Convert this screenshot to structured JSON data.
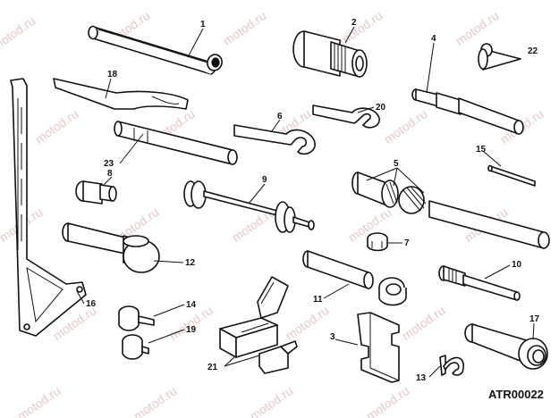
{
  "diagram": {
    "code": "ATR00022",
    "watermark": "motod.ru",
    "callouts": [
      "1",
      "2",
      "3",
      "4",
      "5",
      "6",
      "7",
      "8",
      "9",
      "10",
      "11",
      "12",
      "13",
      "14",
      "15",
      "16",
      "17",
      "18",
      "19",
      "20",
      "21",
      "22",
      "23"
    ]
  }
}
